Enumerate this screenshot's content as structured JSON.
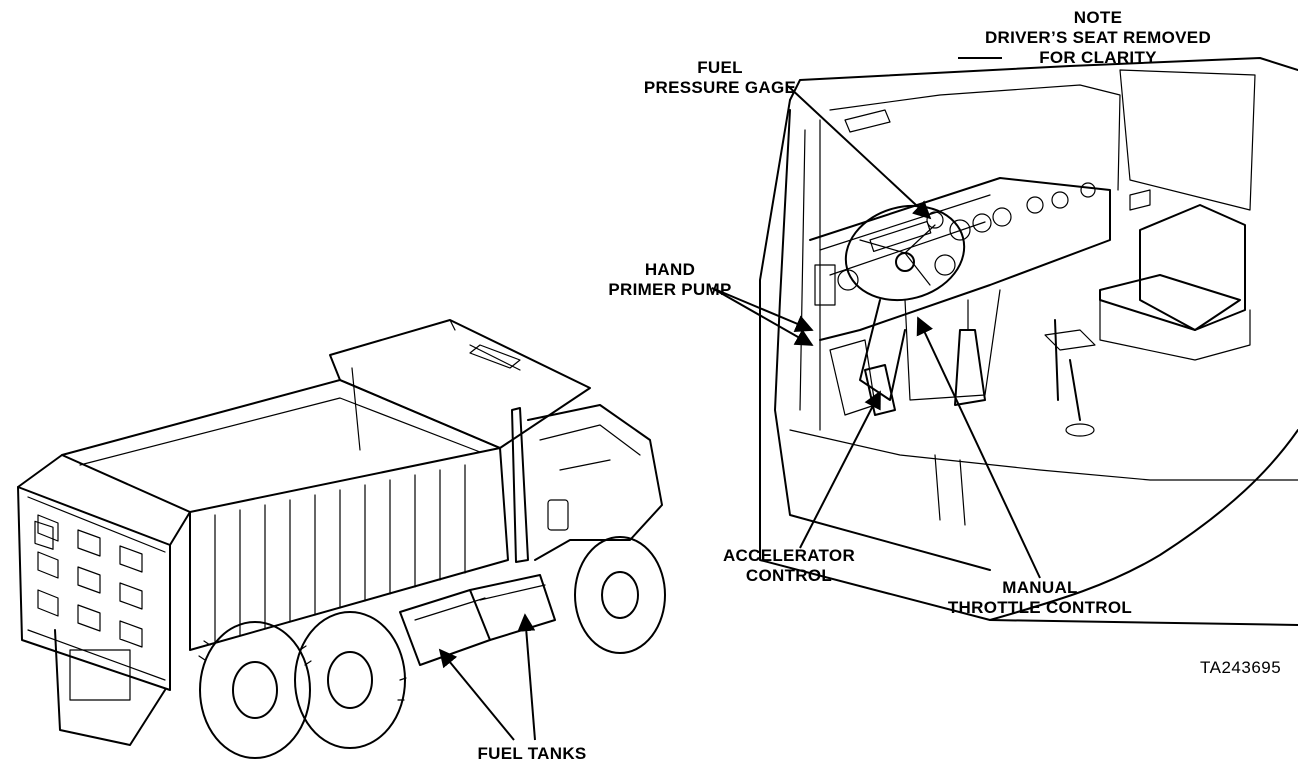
{
  "labels": {
    "note": [
      "NOTE",
      "DRIVER’S SEAT REMOVED",
      "FOR CLARITY"
    ],
    "fuel_pressure_gage": [
      "FUEL",
      "PRESSURE GAGE"
    ],
    "hand_primer_pump": [
      "HAND",
      "PRIMER PUMP"
    ],
    "accelerator_control": [
      "ACCELERATOR",
      "CONTROL"
    ],
    "manual_throttle_control": [
      "MANUAL",
      "THROTTLE CONTROL"
    ],
    "fuel_tanks": "FUEL TANKS"
  },
  "figure_id": "TA243695",
  "icons": [
    "dump-truck-illustration",
    "cab-interior-illustration"
  ]
}
